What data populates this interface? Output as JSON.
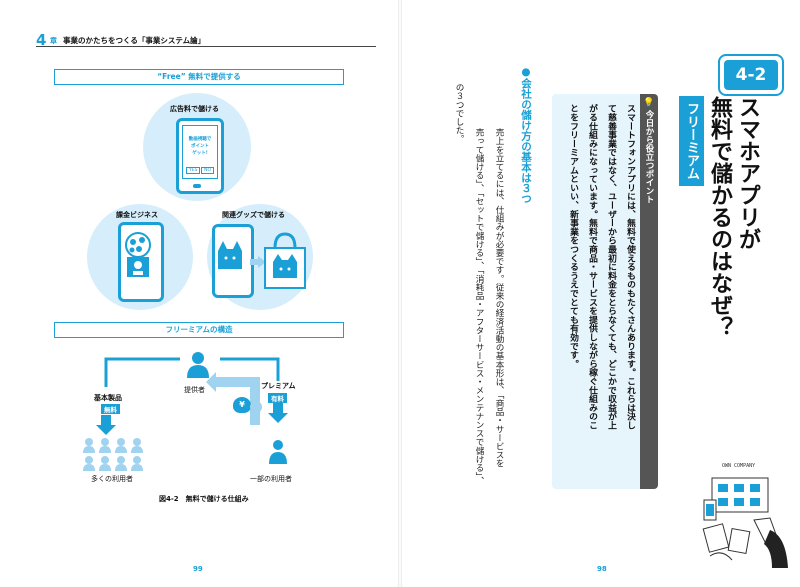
{
  "left_page": {
    "chapter_number": "4",
    "chapter_kanji": "章",
    "chapter_title": "事業のかたちをつくる「事業システム論」",
    "section1_title": "“Free” 無料で提供する",
    "ad_revenue_label": "広告料で儲ける",
    "phone_screen": {
      "line1": "動画視聴で",
      "line2": "ポイント",
      "line3": "ゲット!",
      "yes": "YES",
      "no": "NO"
    },
    "billing_label": "課金ビジネス",
    "merch_label": "関連グッズで儲ける",
    "section2_title": "フリーミアムの構造",
    "provider_label": "提供者",
    "basic_label": "基本製品",
    "free_badge": "無料",
    "premium_label": "プレミアム",
    "paid_badge": "有料",
    "yen_symbol": "¥",
    "many_users_label": "多くの利用者",
    "some_users_label": "一部の利用者",
    "figure_caption": "図4-2　無料で儲ける仕組み",
    "page_number": "99"
  },
  "right_page": {
    "section_number": "4-2",
    "title_line1": "スマホアプリが",
    "title_line2": "無料で儲かるのはなぜ？",
    "tag": "フリーミアム",
    "tip_heading": "今日から役立つポイント",
    "tip_lines": [
      "スマートフォンアプリには、無料で使えるものもたくさんあります。これらは決し",
      "て慈善事業ではなく、ユーザーから最初に料金をとらなくても、どこかで収益が上",
      "がる仕組みになっています。無料で商品・サービスを提供しながら稼ぐ仕組みのこ",
      "とをフリーミアムといい、新事業をつくるうえでとても有効です。"
    ],
    "subheading": "●会社の儲け方の基本は３つ",
    "body_lines": [
      "売上を立てるには、仕組みが必要です。従来の経済活動の基本形は、「商品・サービスを",
      "売って儲ける」、「セットで儲ける」、「消耗品・アフターサービス・メンテナンスで儲ける」、",
      "の３つでした。"
    ],
    "illustration_sign": "OWN COMPANY",
    "page_number": "98"
  }
}
